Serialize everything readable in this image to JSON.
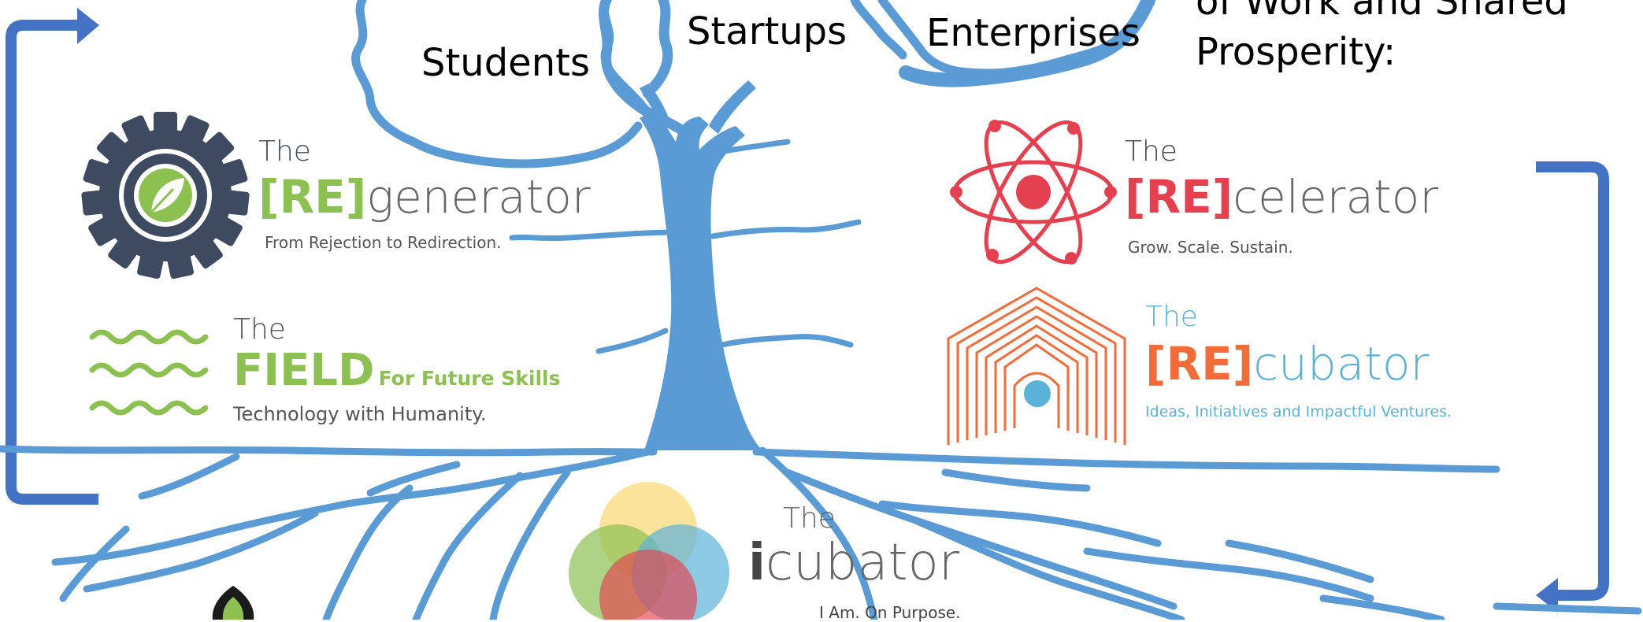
{
  "tree_labels": {
    "students": "Students",
    "startups": "Startups",
    "enterprises": "Enterprises",
    "heading_line1": "of Work and Shared",
    "heading_line2": "Prosperity:"
  },
  "programs": {
    "regenerator": {
      "the": "The",
      "bracket": "[RE]",
      "name": "generator",
      "tagline": "From Rejection to Redirection."
    },
    "field": {
      "the": "The",
      "name": "FIELD",
      "suffix": "For Future Skills",
      "tagline": "Technology with Humanity."
    },
    "recelerator": {
      "the": "The",
      "bracket": "[RE]",
      "name": "celerator",
      "tagline": "Grow. Scale. Sustain."
    },
    "recubator": {
      "the": "The",
      "bracket": "[RE]",
      "name": "cubator",
      "tagline": "Ideas, Initiatives and Impactful Ventures."
    },
    "icubator": {
      "the": "The",
      "letter": "i",
      "name": "cubator",
      "tagline": "I Am. On Purpose."
    }
  },
  "colors": {
    "tree": "#5b9bd5",
    "arrows": "#4472c4",
    "green": "#8cc152",
    "red": "#e5404f",
    "orange": "#f26c3a",
    "cyan": "#5bb2d9",
    "gear": "#3d4a5f",
    "gray_text": "#555555"
  },
  "icons": [
    "gear-leaf-icon",
    "wave-icon",
    "atom-icon",
    "arch-icon",
    "circles-icon",
    "seed-icon"
  ]
}
